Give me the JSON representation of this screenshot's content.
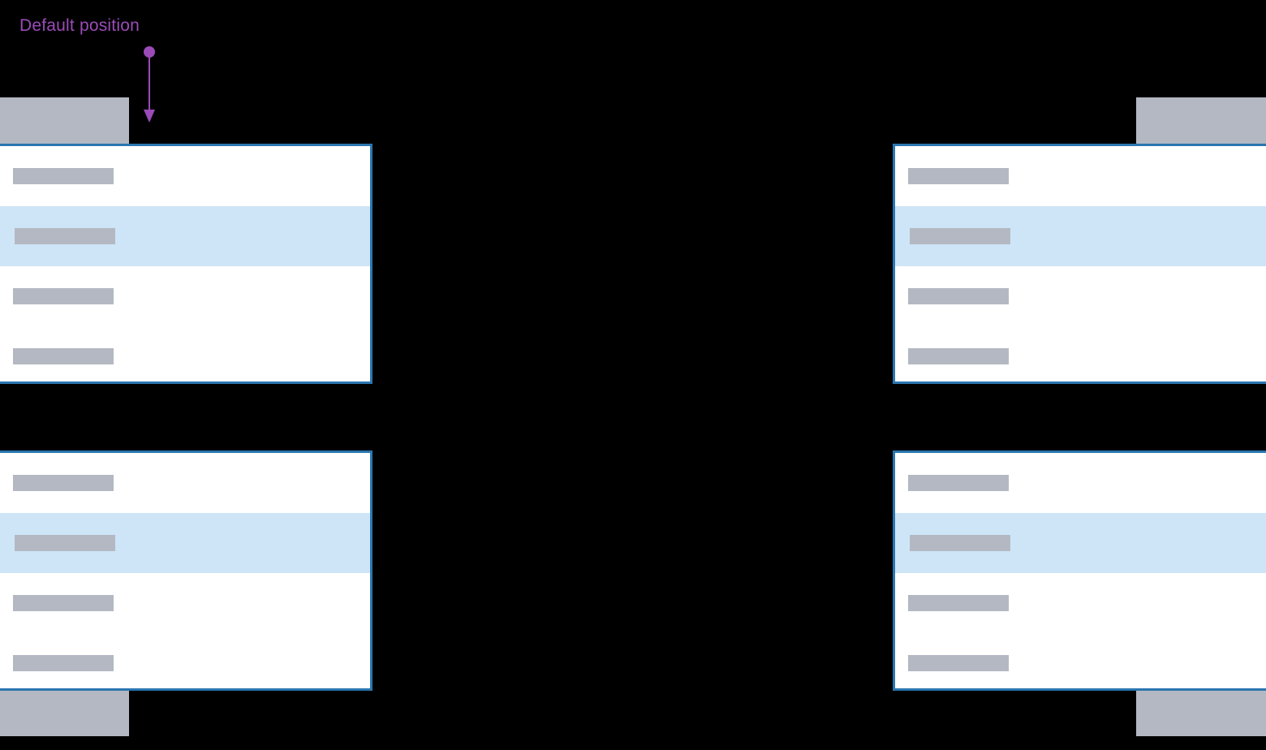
{
  "diagram": {
    "title": "Default position",
    "annotation": {
      "label": "Default position",
      "marker": "dot-marker",
      "arrow": "down-arrow-icon",
      "color": "#9B4BB8"
    },
    "colors": {
      "background": "#000000",
      "panel_background": "#FFFFFF",
      "panel_border": "#2A76B0",
      "row_highlight": "#CDE5F7",
      "placeholder_bar": "#B4B8C2",
      "gray_block": "#B4B8C2",
      "annotation": "#9B4BB8"
    },
    "blocks": [
      {
        "name": "gray-block-top-left",
        "position": "top-left"
      },
      {
        "name": "gray-block-top-right",
        "position": "top-right"
      },
      {
        "name": "gray-block-bottom-left",
        "position": "bottom-left"
      },
      {
        "name": "gray-block-bottom-right",
        "position": "bottom-right"
      }
    ],
    "panels": [
      {
        "name": "panel-top-left",
        "position": "top-left",
        "rows": [
          {
            "label": "",
            "highlighted": false
          },
          {
            "label": "",
            "highlighted": true
          },
          {
            "label": "",
            "highlighted": false
          },
          {
            "label": "",
            "highlighted": false
          }
        ]
      },
      {
        "name": "panel-top-right",
        "position": "top-right",
        "rows": [
          {
            "label": "",
            "highlighted": false
          },
          {
            "label": "",
            "highlighted": true
          },
          {
            "label": "",
            "highlighted": false
          },
          {
            "label": "",
            "highlighted": false
          }
        ]
      },
      {
        "name": "panel-bottom-left",
        "position": "bottom-left",
        "rows": [
          {
            "label": "",
            "highlighted": false
          },
          {
            "label": "",
            "highlighted": true
          },
          {
            "label": "",
            "highlighted": false
          },
          {
            "label": "",
            "highlighted": false
          }
        ]
      },
      {
        "name": "panel-bottom-right",
        "position": "bottom-right",
        "rows": [
          {
            "label": "",
            "highlighted": false
          },
          {
            "label": "",
            "highlighted": true
          },
          {
            "label": "",
            "highlighted": false
          },
          {
            "label": "",
            "highlighted": false
          }
        ]
      }
    ]
  }
}
